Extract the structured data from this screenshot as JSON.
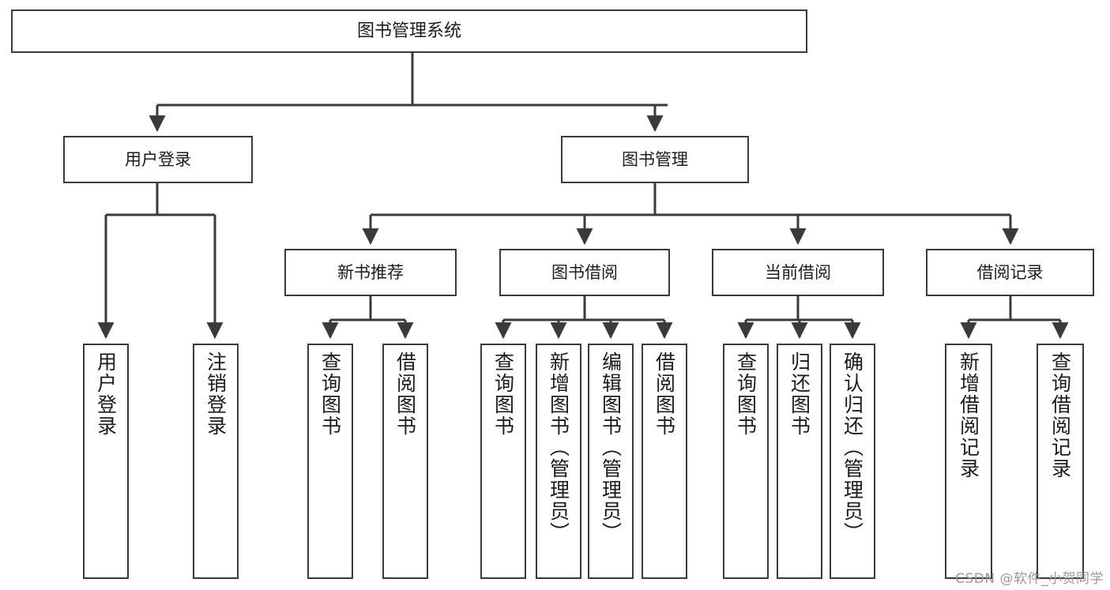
{
  "diagram": {
    "type": "hierarchy-tree",
    "title_node": "图书管理系统",
    "watermark": "CSDN @软件_小贺同学",
    "stroke_color": "#3a3a3a",
    "text_color": "#1c1c1c",
    "background_color": "#ffffff",
    "nodes": {
      "root": {
        "label": "图书管理系统"
      },
      "level2": [
        {
          "label": "用户登录"
        },
        {
          "label": "图书管理"
        }
      ],
      "level3": [
        {
          "label": "新书推荐"
        },
        {
          "label": "图书借阅"
        },
        {
          "label": "当前借阅"
        },
        {
          "label": "借阅记录"
        }
      ],
      "leaves_user_login": [
        {
          "label": "用户登录"
        },
        {
          "label": "注销登录"
        }
      ],
      "leaves_new_books": [
        {
          "label": "查询图书"
        },
        {
          "label": "借阅图书"
        }
      ],
      "leaves_borrow": [
        {
          "label": "查询图书"
        },
        {
          "label": "新增图书（管理员）"
        },
        {
          "label": "编辑图书（管理员）"
        },
        {
          "label": "借阅图书"
        }
      ],
      "leaves_current": [
        {
          "label": "查询图书"
        },
        {
          "label": "归还图书"
        },
        {
          "label": "确认归还（管理员）"
        }
      ],
      "leaves_records": [
        {
          "label": "新增借阅记录"
        },
        {
          "label": "查询借阅记录"
        }
      ]
    }
  }
}
